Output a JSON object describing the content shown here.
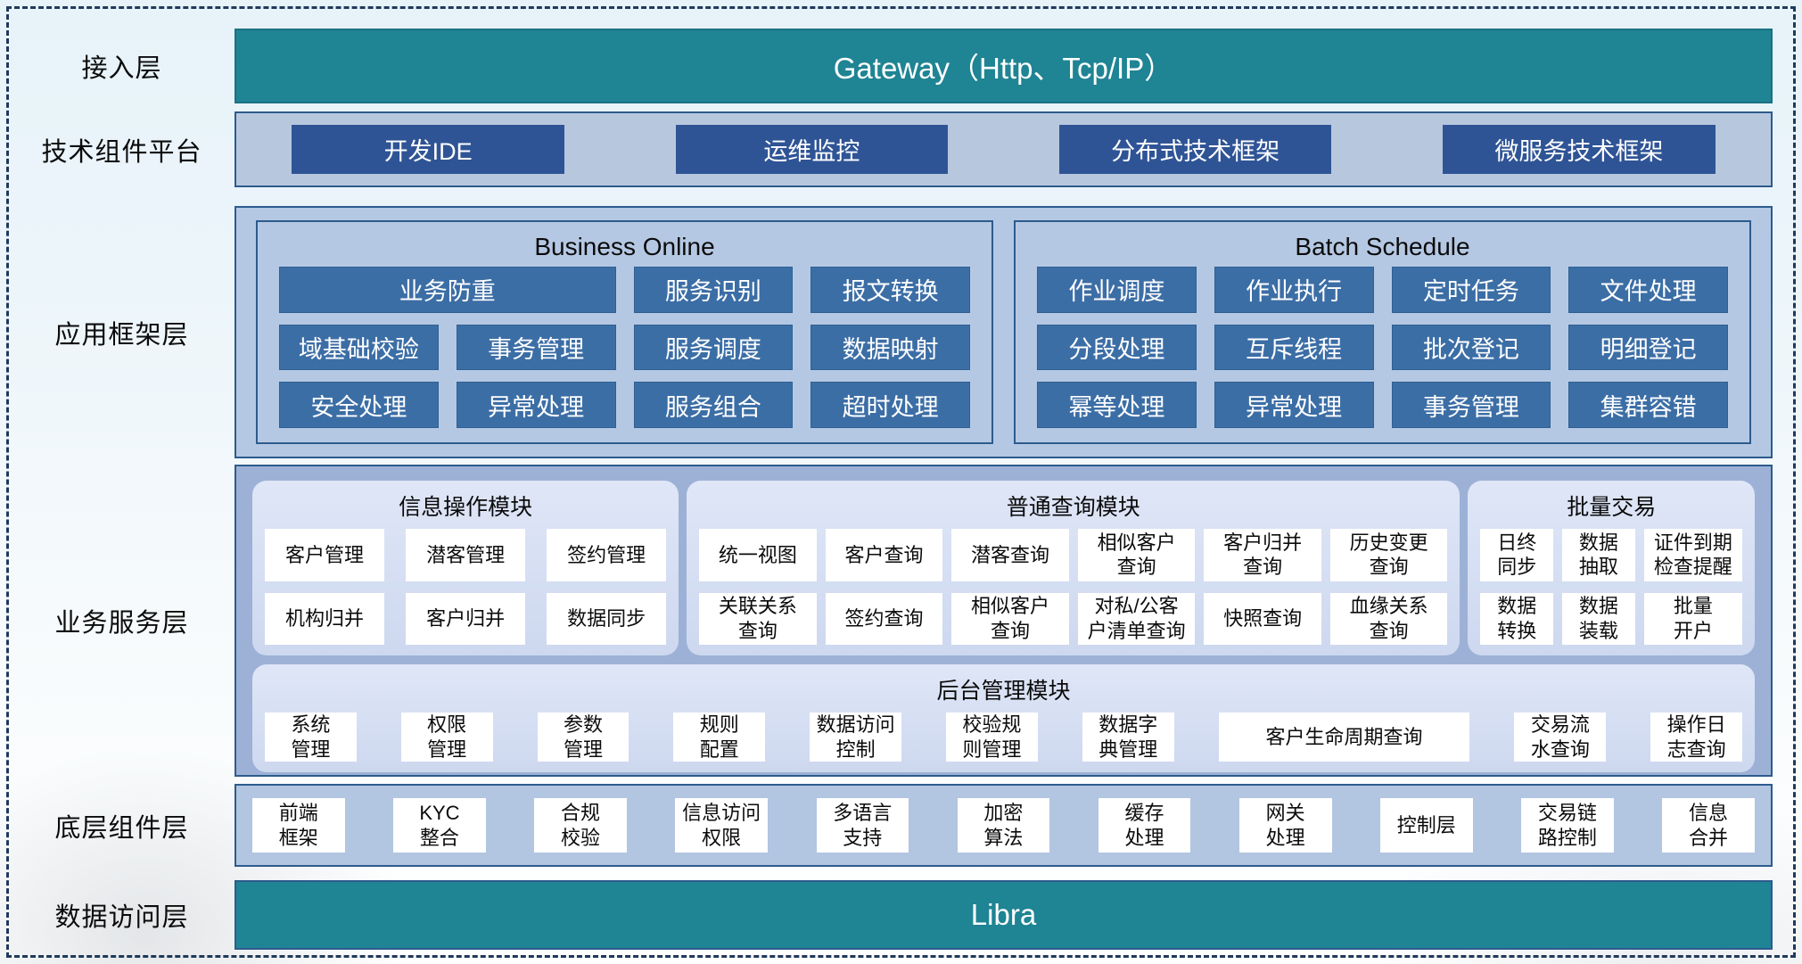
{
  "colors": {
    "teal_bar": "#1F8494",
    "dark_blue_button": "#2F5496",
    "mid_blue_button": "#3C6EA6",
    "layer_panel_bg": "#B5C8E3",
    "business_layer_bg": "#9DB1D6",
    "module_panel_bg": "#D9E2F4",
    "panel_border": "#2D5B8D",
    "item_box_bg": "#FFFFFF",
    "dashed_border": "#20395C"
  },
  "layers": {
    "access": {
      "label": "接入层",
      "title": "Gateway（Http、Tcp/IP）"
    },
    "tech": {
      "label": "技术组件平台",
      "items": [
        "开发IDE",
        "运维监控",
        "分布式技术框架",
        "微服务技术框架"
      ]
    },
    "app": {
      "label": "应用框架层",
      "panels": [
        {
          "title": "Business Online",
          "items": [
            {
              "label": "业务防重",
              "span": 2
            },
            "服务识别",
            "报文转换",
            "域基础校验",
            "事务管理",
            "服务调度",
            "数据映射",
            "安全处理",
            "异常处理",
            "服务组合",
            "超时处理"
          ]
        },
        {
          "title": "Batch Schedule",
          "items": [
            "作业调度",
            "作业执行",
            "定时任务",
            "文件处理",
            "分段处理",
            "互斥线程",
            "批次登记",
            "明细登记",
            "幂等处理",
            "异常处理",
            "事务管理",
            "集群容错"
          ]
        }
      ]
    },
    "business": {
      "label": "业务服务层",
      "modules": {
        "info": {
          "title": "信息操作模块",
          "items": [
            "客户管理",
            "潜客管理",
            "签约管理",
            "机构归并",
            "客户归并",
            "数据同步"
          ]
        },
        "query": {
          "title": "普通查询模块",
          "items": [
            "统一视图",
            "客户查询",
            "潜客查询",
            "相似客户\n查询",
            "客户归并\n查询",
            "历史变更\n查询",
            "关联关系\n查询",
            "签约查询",
            "相似客户\n查询",
            "对私/公客\n户清单查询",
            "快照查询",
            "血缘关系\n查询"
          ]
        },
        "batch": {
          "title": "批量交易",
          "items": [
            "日终\n同步",
            "数据\n抽取",
            "证件到期\n检查提醒",
            "数据\n转换",
            "数据\n装载",
            "批量\n开户"
          ]
        },
        "admin": {
          "title": "后台管理模块",
          "items": [
            "系统\n管理",
            "权限\n管理",
            "参数\n管理",
            "规则\n配置",
            "数据访问\n控制",
            "校验规\n则管理",
            "数据字\n典管理",
            {
              "label": "客户生命周期查询",
              "span": 2
            },
            "交易流\n水查询",
            "操作日\n志查询"
          ]
        }
      }
    },
    "base": {
      "label": "底层组件层",
      "items": [
        "前端\n框架",
        "KYC\n整合",
        "合规\n校验",
        "信息访问\n权限",
        "多语言\n支持",
        "加密\n算法",
        "缓存\n处理",
        "网关\n处理",
        "控制层",
        "交易链\n路控制",
        "信息\n合并"
      ]
    },
    "data": {
      "label": "数据访问层",
      "title": "Libra"
    }
  }
}
